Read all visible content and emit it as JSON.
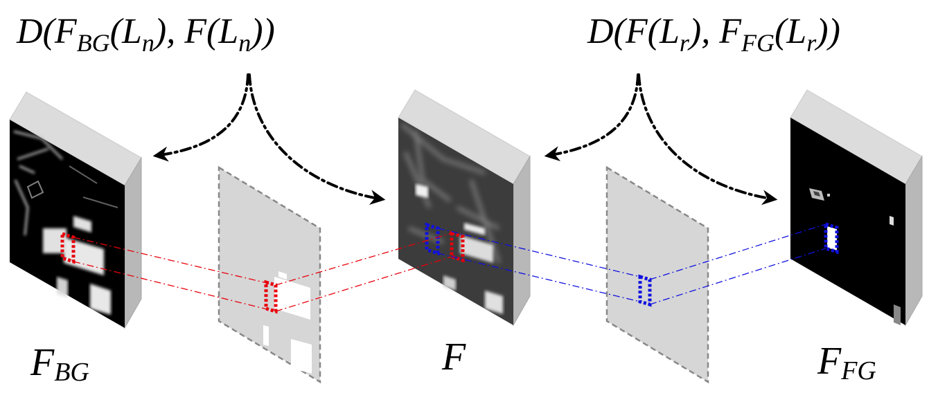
{
  "formulas": {
    "left": {
      "pre": "D(F",
      "sub1": "BG",
      "mid1": "(L",
      "sub2": "n",
      "mid2": "), F(L",
      "sub3": "n",
      "post": "))"
    },
    "right": {
      "pre": "D(F(L",
      "sub1": "r",
      "mid1": "), F",
      "sub2": "FG",
      "mid2": "(L",
      "sub3": "r",
      "post": "))"
    }
  },
  "labels": {
    "bg": {
      "main": "F",
      "sub": "BG"
    },
    "center": {
      "main": "F"
    },
    "fg": {
      "main": "F",
      "sub": "FG"
    }
  },
  "colors": {
    "background_patch": "#e8000b",
    "foreground_patch": "#1010e0",
    "mask_plane": "#d6d6d6",
    "block_top": "#dcdcdc",
    "block_side": "#b8b8b8",
    "arrow": "#000000"
  }
}
